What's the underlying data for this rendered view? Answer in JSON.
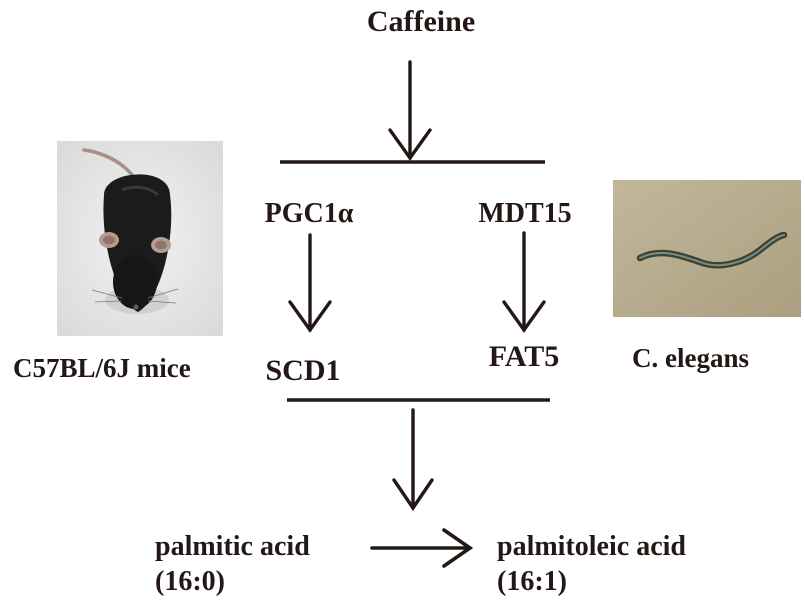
{
  "diagram": {
    "top_node": "Caffeine",
    "mouse_pathway": {
      "regulator": "PGC1α",
      "enzyme": "SCD1",
      "organism_label": "C57BL/6J mice"
    },
    "worm_pathway": {
      "regulator": "MDT15",
      "enzyme": "FAT5",
      "organism_label": "C. elegans"
    },
    "substrate": {
      "name": "palmitic acid",
      "notation": "(16:0)"
    },
    "product": {
      "name": "palmitoleic acid",
      "notation": "(16:1)"
    },
    "colors": {
      "ink": "#231815",
      "mouse_photo_bg": "#e9e9e9",
      "mouse_body": "#1b1b1b",
      "worm_photo_bg": "#b9ad8f",
      "worm_body": "#2e3a30"
    },
    "icons": [
      "mouse-photo",
      "worm-photo"
    ]
  }
}
